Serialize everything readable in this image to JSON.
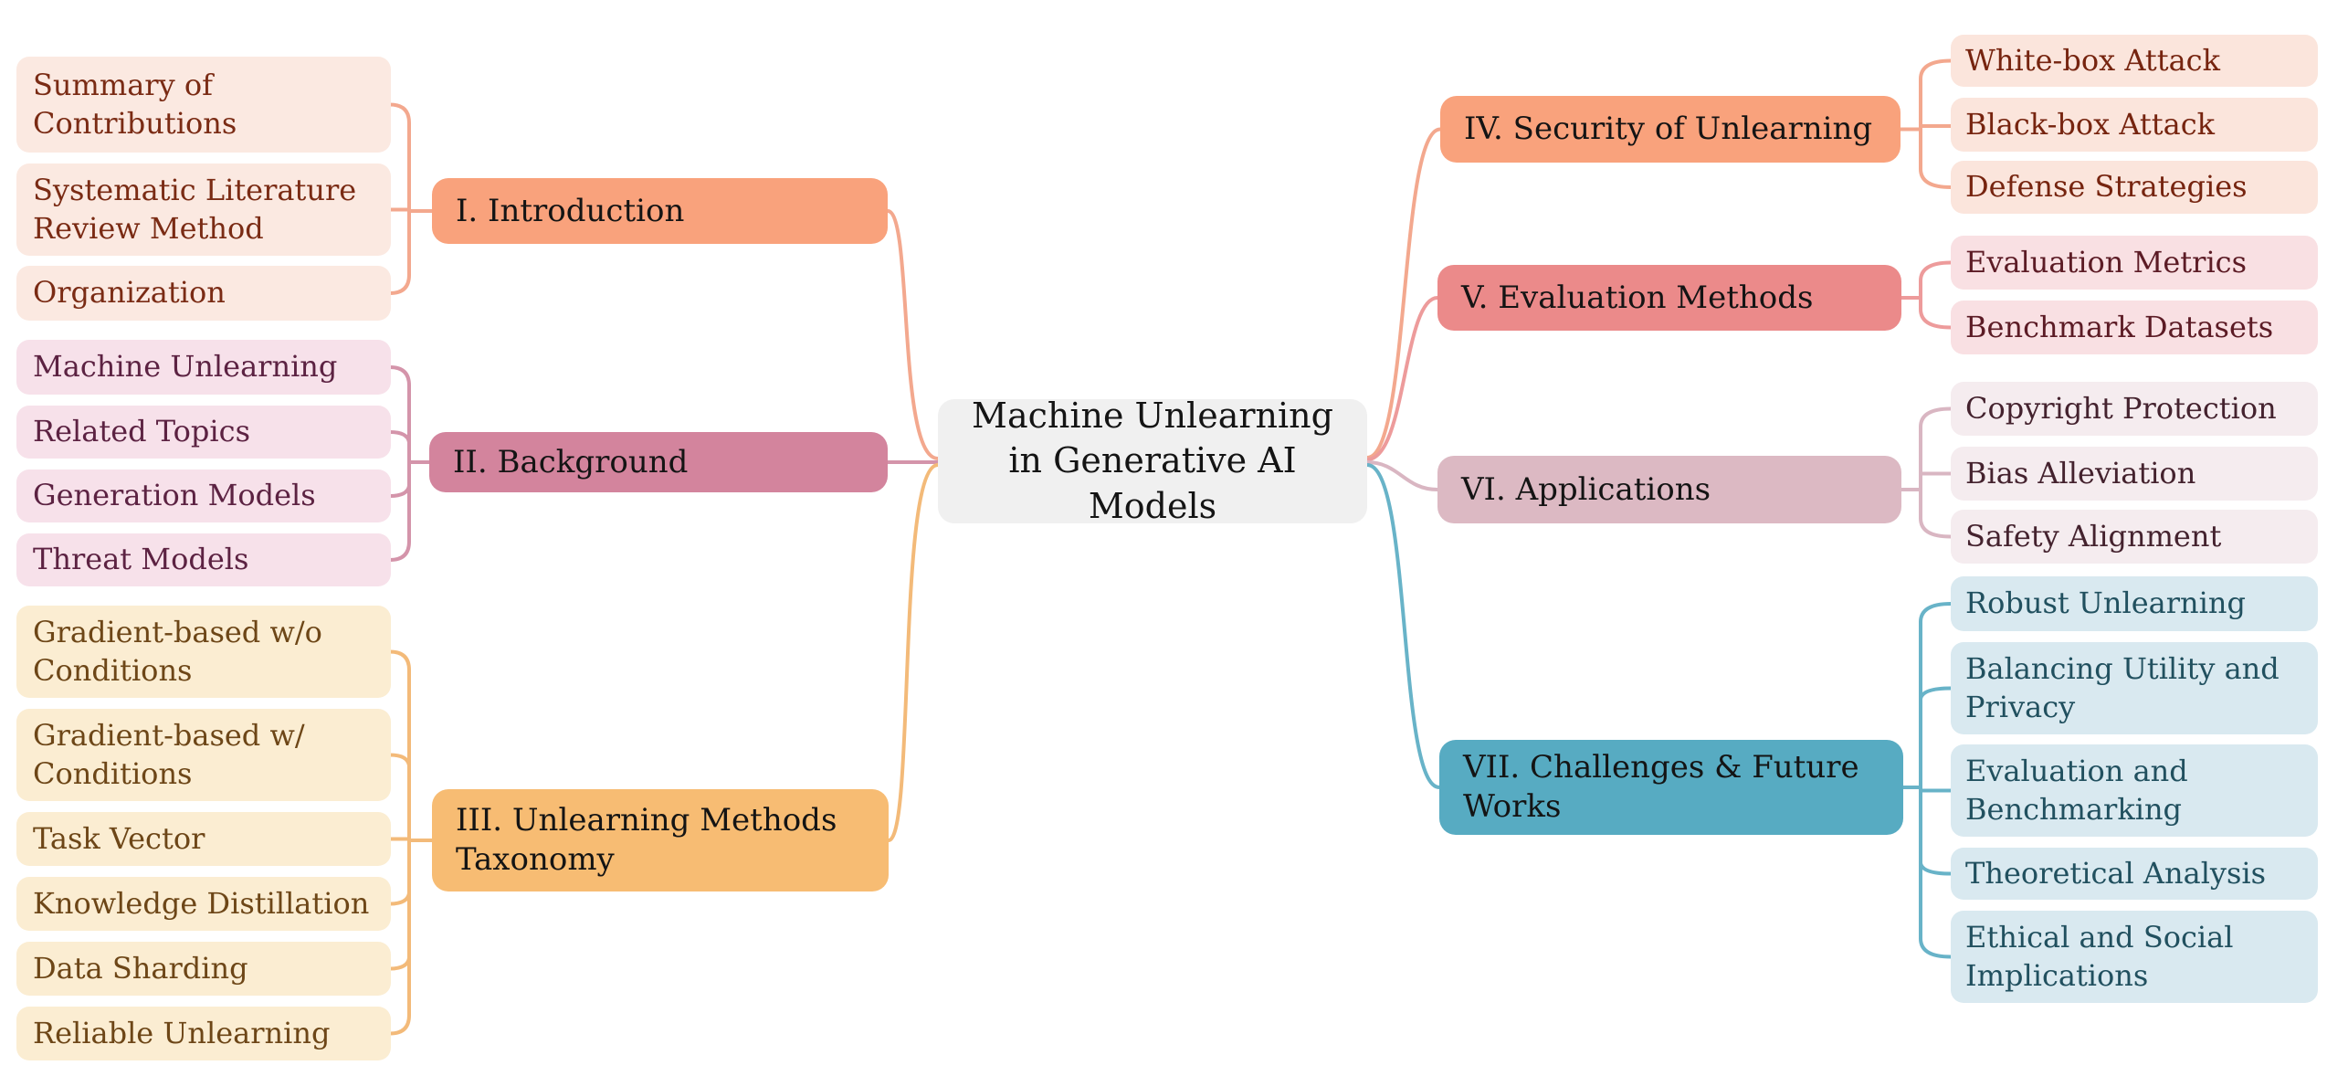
{
  "center": {
    "label": "Machine Unlearning in Generative AI Models"
  },
  "branches": [
    {
      "label": "I. Introduction",
      "leaves": [
        "Summary of Contributions",
        "Systematic Literature Review Method",
        "Organization"
      ]
    },
    {
      "label": "II. Background",
      "leaves": [
        "Machine Unlearning",
        "Related Topics",
        "Generation Models",
        "Threat Models"
      ]
    },
    {
      "label": "III. Unlearning Methods Taxonomy",
      "leaves": [
        "Gradient-based w/o Conditions",
        "Gradient-based w/ Conditions",
        "Task Vector",
        "Knowledge Distillation",
        "Data Sharding",
        "Reliable Unlearning"
      ]
    },
    {
      "label": "IV. Security of Unlearning",
      "leaves": [
        "White-box Attack",
        "Black-box Attack",
        "Defense Strategies"
      ]
    },
    {
      "label": "V. Evaluation Methods",
      "leaves": [
        "Evaluation Metrics",
        "Benchmark Datasets"
      ]
    },
    {
      "label": "VI. Applications",
      "leaves": [
        "Copyright Protection",
        "Bias Alleviation",
        "Safety Alignment"
      ]
    },
    {
      "label": "VII. Challenges & Future Works",
      "leaves": [
        "Robust Unlearning",
        "Balancing Utility and Privacy",
        "Evaluation and Benchmarking",
        "Theoretical Analysis",
        "Ethical and Social Implications"
      ]
    }
  ],
  "palette": {
    "center_bg": "#F0F0F0",
    "branch_i": "#F9A27C",
    "branch_ii": "#D3849D",
    "branch_iii": "#F7BC73",
    "branch_iv": "#F9A27C",
    "branch_v": "#EB8A8A",
    "branch_vi": "#DCB9C3",
    "branch_vii": "#57ABC2",
    "line_i": "#F3A88E",
    "line_ii": "#D494AA",
    "line_iii": "#F3BA79",
    "line_v": "#ED9B9B",
    "line_vi": "#D9B6C2",
    "line_vii": "#68B3C8"
  }
}
